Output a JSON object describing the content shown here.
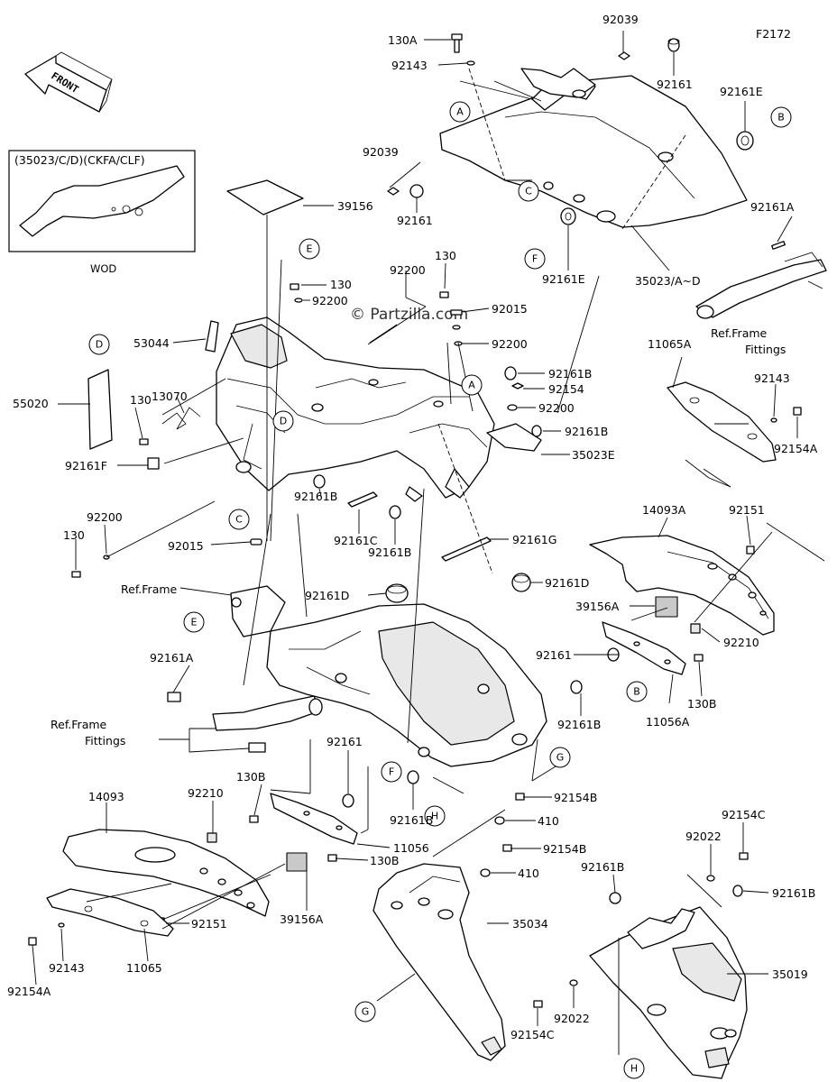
{
  "figure_id": "F2172",
  "watermark": "© Partzilla.com",
  "front_label": "FRONT",
  "inset": {
    "title": "(35023/C/D)(CKFA/CLF)",
    "caption": "WOD"
  },
  "ref_frame": {
    "line1": "Ref.Frame",
    "line2": "Fittings",
    "ref_frame_only": "Ref.Frame"
  },
  "labels": {
    "p130A": "130A",
    "p92039a": "92039",
    "p92143a": "92143",
    "p92161a": "92161",
    "p92161E_a": "92161E",
    "p92039b": "92039",
    "p92161b": "92161",
    "p35023AD": "35023/A~D",
    "p92161E_b": "92161E",
    "p92161A_a": "92161A",
    "p39156": "39156",
    "p130a": "130",
    "p92200a": "92200",
    "p92200b": "92200",
    "p130b": "130",
    "p92015a": "92015",
    "p92200c": "92200",
    "p53044": "53044",
    "p13070": "13070",
    "p55020": "55020",
    "p130c": "130",
    "p92161F": "92161F",
    "p92200d": "92200",
    "p130d": "130",
    "p92015b": "92015",
    "p92161B_a": "92161B",
    "p92154a": "92154",
    "p92200e": "92200",
    "p92161B_b": "92161B",
    "p35023E": "35023E",
    "p92161B_c": "92161B",
    "p92161C": "92161C",
    "p92161B_d": "92161B",
    "p92161G": "92161G",
    "p11065A": "11065A",
    "p92143b": "92143",
    "p92154A_a": "92154A",
    "p14093A": "14093A",
    "p92151a": "92151",
    "p92161D_a": "92161D",
    "p39156A_a": "39156A",
    "p92210a": "92210",
    "p92161c": "92161",
    "p130B_a": "130B",
    "p11056A": "11056A",
    "p92161D_b": "92161D",
    "p92161A_b": "92161A",
    "p92161B_e": "92161B",
    "p92161d": "92161",
    "p130B_b": "130B",
    "p14093": "14093",
    "p92210b": "92210",
    "p11056": "11056",
    "p130B_c": "130B",
    "p92161B_f": "92161B",
    "p92154B_a": "92154B",
    "p410a": "410",
    "p92154B_b": "92154B",
    "p410b": "410",
    "p92154C_a": "92154C",
    "p92022a": "92022",
    "p92161B_g": "92161B",
    "p92161B_h": "92161B",
    "p35034": "35034",
    "p35019": "35019",
    "p92022b": "92022",
    "p92154C_b": "92154C",
    "p92151b": "92151",
    "p39156A_b": "39156A",
    "p92143c": "92143",
    "p92154A_b": "92154A",
    "p11065": "11065"
  },
  "refs": {
    "A1": "A",
    "A2": "A",
    "B1": "B",
    "B2": "B",
    "C1": "C",
    "C2": "C",
    "D1": "D",
    "D2": "D",
    "E1": "E",
    "E2": "E",
    "F1": "F",
    "F2": "F",
    "G1": "G",
    "G2": "G",
    "H1": "H",
    "H2": "H"
  }
}
